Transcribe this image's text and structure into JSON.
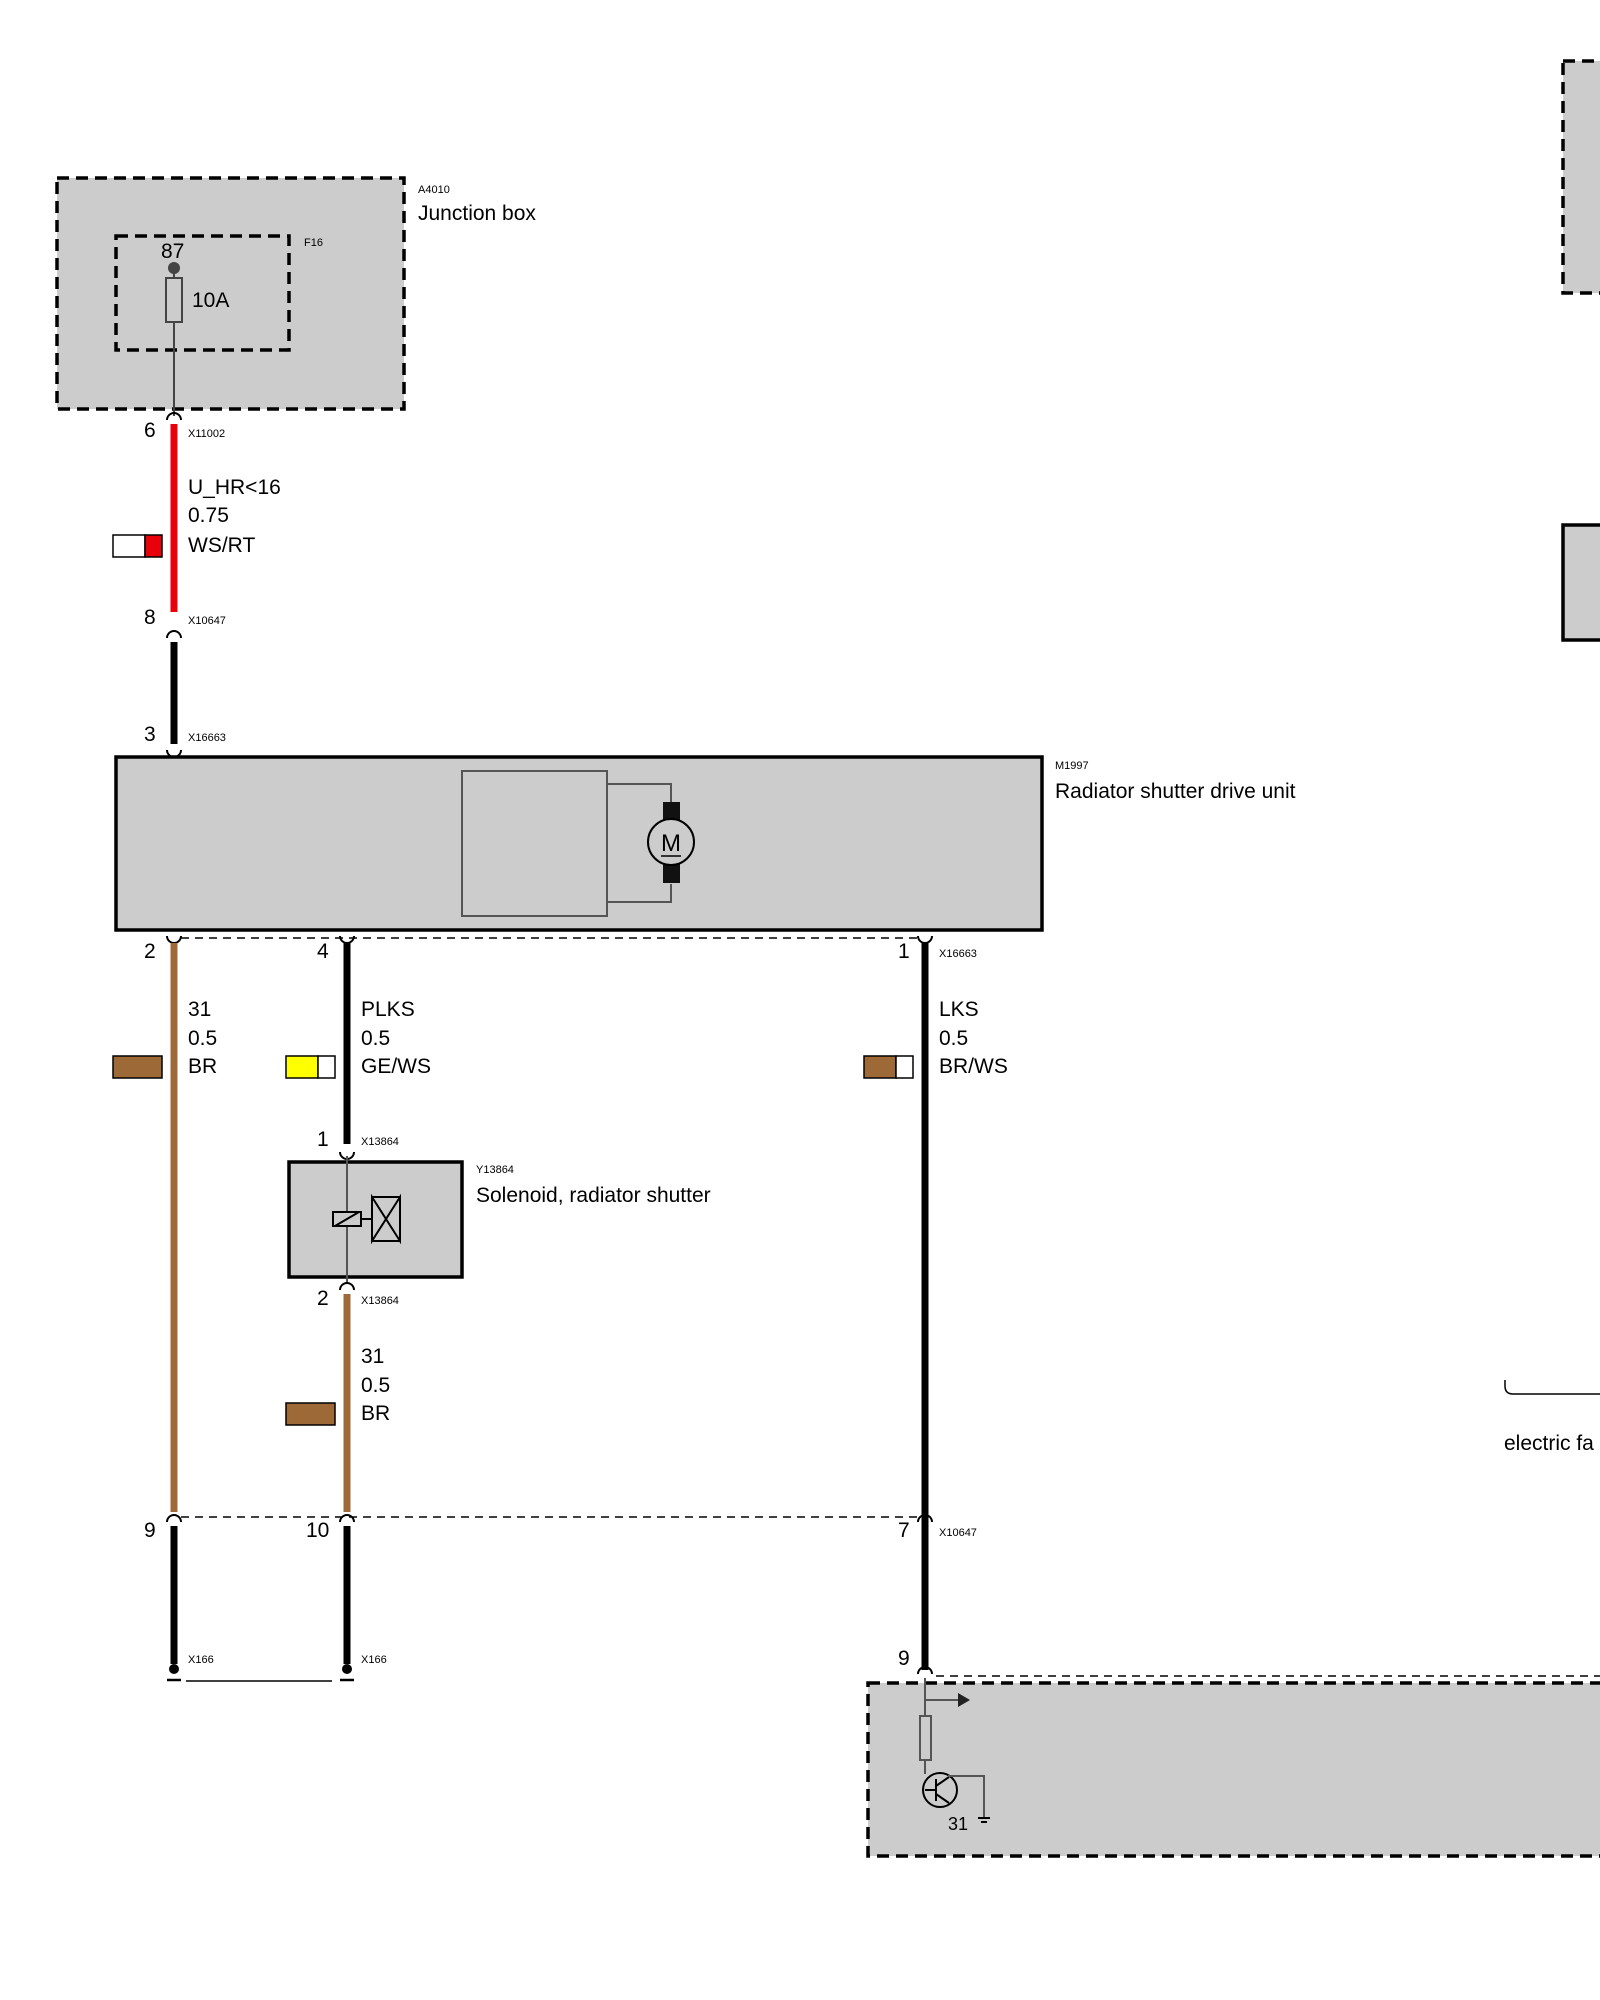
{
  "components": {
    "junction_box": {
      "id": "A4010",
      "name": "Junction box"
    },
    "fuse": {
      "id": "F16",
      "terminal": "87",
      "rating": "10A"
    },
    "drive_unit": {
      "id": "M1997",
      "name": "Radiator shutter drive unit",
      "motor_symbol": "M"
    },
    "solenoid": {
      "id": "Y13864",
      "name": "Solenoid, radiator shutter"
    },
    "offpage": {
      "label": "electric fa",
      "ground": "31"
    }
  },
  "connectors": {
    "c1": {
      "id": "X11002",
      "pin": "6"
    },
    "c2": {
      "id": "X10647",
      "pin": "8"
    },
    "c3": {
      "id": "X16663",
      "pin": "3"
    },
    "c4_left": {
      "pin": "2"
    },
    "c4_mid": {
      "pin": "4"
    },
    "c4_right": {
      "id": "X16663",
      "pin": "1"
    },
    "sol_top": {
      "id": "X13864",
      "pin": "1"
    },
    "sol_bottom": {
      "id": "X13864",
      "pin": "2"
    },
    "low_left": {
      "pin": "9"
    },
    "low_mid": {
      "pin": "10"
    },
    "low_right": {
      "id": "X10647",
      "pin": "7"
    },
    "x166_left": {
      "id": "X166"
    },
    "x166_right": {
      "id": "X166"
    },
    "ecu_pin": {
      "pin": "9"
    }
  },
  "wires": {
    "w_supply": {
      "signal": "U_HR<16",
      "gauge": "0.75",
      "color": "WS/RT",
      "swatch": [
        "#ffffff",
        "#ff0000"
      ]
    },
    "w_ground": {
      "signal": "31",
      "gauge": "0.5",
      "color": "BR",
      "swatch": [
        "#9c6937"
      ]
    },
    "w_plks": {
      "signal": "PLKS",
      "gauge": "0.5",
      "color": "GE/WS",
      "swatch": [
        "#ffff00",
        "#ffffff"
      ]
    },
    "w_lks": {
      "signal": "LKS",
      "gauge": "0.5",
      "color": "BR/WS",
      "swatch": [
        "#9c6937",
        "#ffffff"
      ]
    },
    "w_sol_ground": {
      "signal": "31",
      "gauge": "0.5",
      "color": "BR",
      "swatch": [
        "#9c6937"
      ]
    }
  },
  "colors": {
    "red": "#e8000b",
    "brown": "#9c6937",
    "box_fill": "#cccccc"
  }
}
